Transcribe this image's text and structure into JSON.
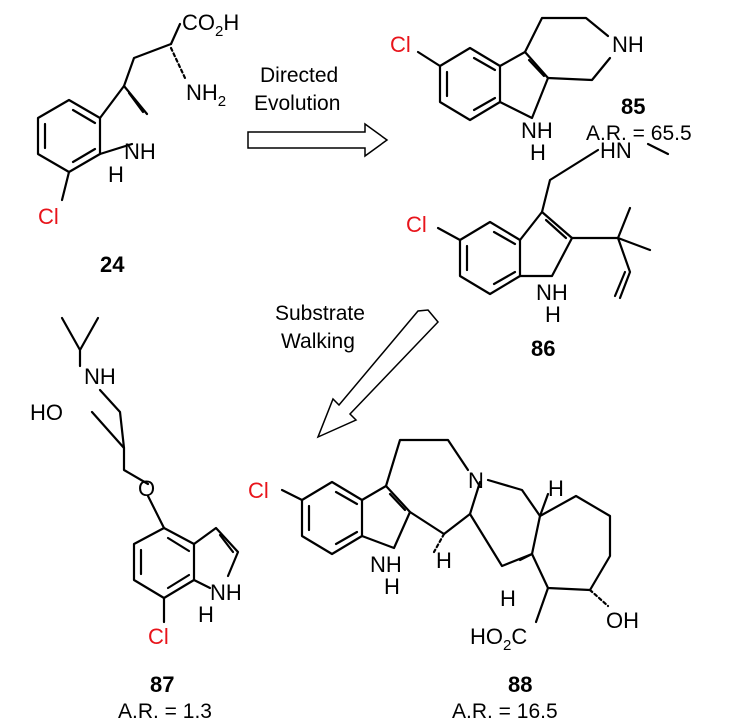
{
  "atoms": {
    "co2h_main": "CO",
    "co2h_sub": "2",
    "co2h_end": "H",
    "nh2_main": "NH",
    "nh2_sub": "2",
    "h": "H",
    "nh": "NH",
    "hn": "HN",
    "ho": "HO",
    "oh": "OH",
    "o": "O",
    "n": "N",
    "cl": "Cl",
    "ho2c_start": "HO",
    "ho2c_sub": "2",
    "ho2c_end": "C"
  },
  "compounds": [
    {
      "id": "24",
      "number": "24",
      "activity_ratio": ""
    },
    {
      "id": "85",
      "number": "85",
      "activity_ratio": "A.R. = 65.5"
    },
    {
      "id": "86",
      "number": "86",
      "activity_ratio": ""
    },
    {
      "id": "87",
      "number": "87",
      "activity_ratio": "A.R. = 1.3"
    },
    {
      "id": "88",
      "number": "88",
      "activity_ratio": "A.R. = 16.5"
    }
  ],
  "arrows": [
    {
      "id": "directed-evolution",
      "label_line1": "Directed",
      "label_line2": "Evolution"
    },
    {
      "id": "substrate-walking",
      "label_line1": "Substrate",
      "label_line2": "Walking"
    }
  ],
  "colors": {
    "chlorine": "#e8141b",
    "bond": "#000000",
    "background": "#ffffff"
  }
}
